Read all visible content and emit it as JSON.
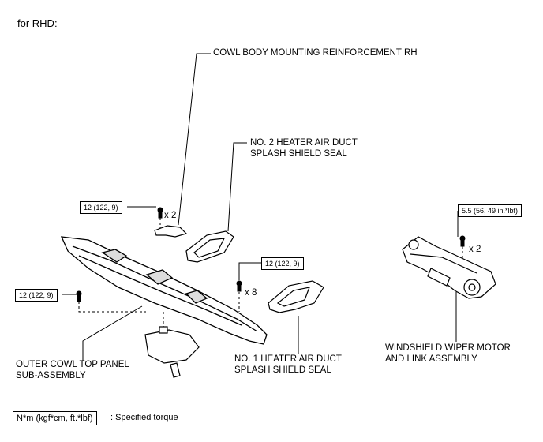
{
  "title": "for RHD:",
  "parts": {
    "cowl_reinf": "COWL BODY MOUNTING REINFORCEMENT RH",
    "no2_seal_line1": "NO. 2 HEATER AIR DUCT",
    "no2_seal_line2": "SPLASH SHIELD SEAL",
    "no1_seal_line1": "NO. 1 HEATER AIR DUCT",
    "no1_seal_line2": "SPLASH SHIELD SEAL",
    "outer_cowl_line1": "OUTER COWL TOP PANEL",
    "outer_cowl_line2": "SUB-ASSEMBLY",
    "wiper_line1": "WINDSHIELD WIPER MOTOR",
    "wiper_line2": "AND LINK ASSEMBLY"
  },
  "torques": {
    "t1": "12 (122, 9)",
    "t2": "12 (122, 9)",
    "t3": "12 (122, 9)",
    "t4": "5.5 (56, 49 in.*lbf)"
  },
  "quantities": {
    "q1": "x 2",
    "q2": "x 8",
    "q3": "x 2"
  },
  "legend": {
    "box": "N*m (kgf*cm, ft.*lbf)",
    "text": ": Specified torque"
  }
}
